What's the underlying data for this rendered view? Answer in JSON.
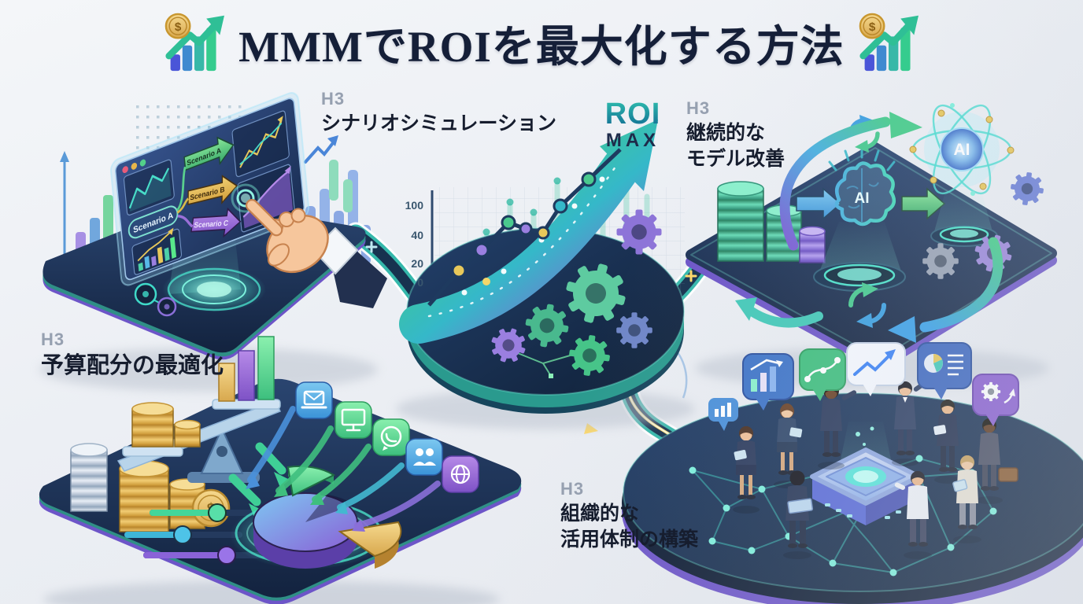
{
  "title": {
    "text": "MMMでROIを最大化する方法"
  },
  "glyphs": {
    "dollar": "$",
    "gear": "⚙"
  },
  "sections": {
    "scenario": {
      "tag": "H3",
      "title": "シナリオシミュレーション",
      "pill": "Scenario A",
      "arrows": [
        "Scenario A",
        "Scenario B",
        "Scenario C"
      ]
    },
    "model": {
      "tag": "H3",
      "title_line1": "継続的な",
      "title_line2": "モデル改善",
      "brain_label": "AI",
      "atom_label": "AI"
    },
    "budget": {
      "tag": "H3",
      "title": "予算配分の最適化"
    },
    "org": {
      "tag": "H3",
      "title_line1": "組織的な",
      "title_line2": "活用体制の構築"
    }
  },
  "center": {
    "roi": "ROI",
    "max": "MAX",
    "axis_ticks": [
      "100",
      "40",
      "20",
      "0"
    ]
  },
  "colors": {
    "accent_teal": "#3fd9c8",
    "accent_green": "#4ac98e",
    "accent_purple": "#8a5fd0",
    "accent_blue": "#3a9fe0",
    "accent_gold": "#e8c85a",
    "platform_navy": "#1c3152"
  }
}
